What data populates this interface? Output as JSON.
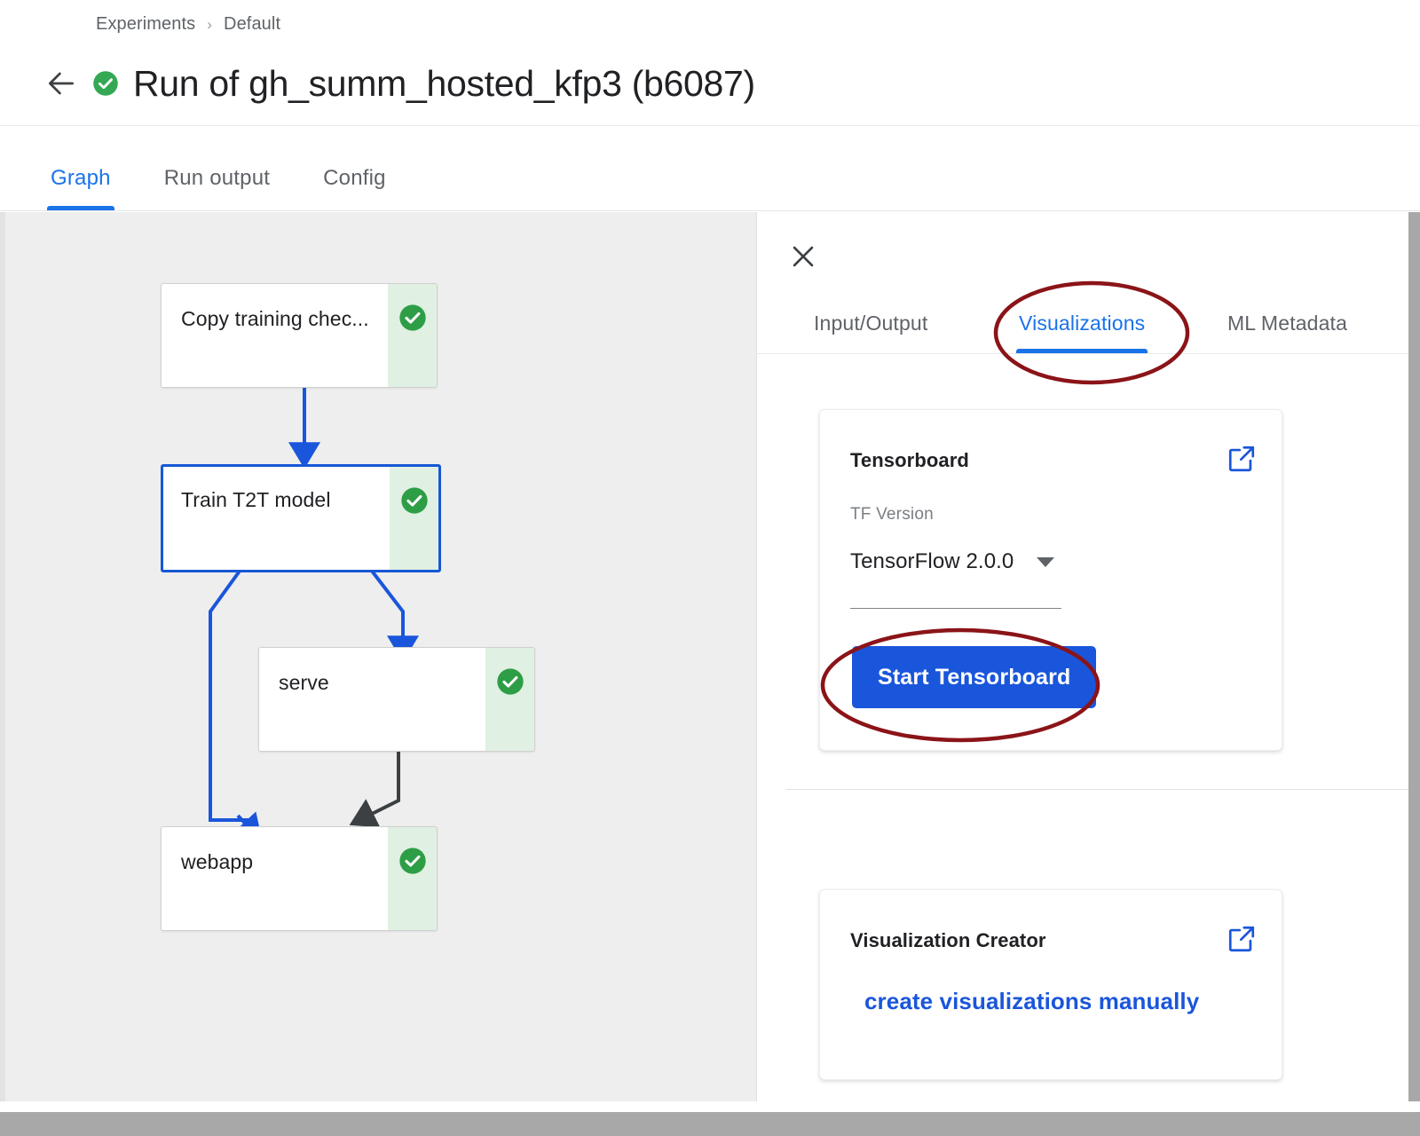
{
  "header": {
    "breadcrumb": [
      "Experiments",
      "Default"
    ],
    "breadcrumb_separator": "›",
    "back_icon": "arrow-left-icon",
    "status_icon": "check-circle-icon",
    "status_color": "#34a853",
    "title": "Run of gh_summ_hosted_kfp3 (b6087)"
  },
  "tabs": [
    {
      "label": "Graph",
      "active": true
    },
    {
      "label": "Run output",
      "active": false
    },
    {
      "label": "Config",
      "active": false
    }
  ],
  "graph": {
    "nodes": [
      {
        "label": "Copy training chec...",
        "status": "succeeded",
        "selected": false
      },
      {
        "label": "Train T2T model",
        "status": "succeeded",
        "selected": true
      },
      {
        "label": "serve",
        "status": "succeeded",
        "selected": false
      },
      {
        "label": "webapp",
        "status": "succeeded",
        "selected": false
      }
    ],
    "edge_color_active": "#1a56db",
    "edge_color_inactive": "#3c4043"
  },
  "side_panel": {
    "close_icon": "close-icon",
    "tabs": [
      {
        "label": "Input/Output",
        "active": false
      },
      {
        "label": "Visualizations",
        "active": true
      },
      {
        "label": "ML Metadata",
        "active": false
      }
    ],
    "tensorboard_card": {
      "title": "Tensorboard",
      "external_link_icon": "open-in-new-icon",
      "field_label": "TF Version",
      "selected_version": "TensorFlow 2.0.0",
      "dropdown_icon": "chevron-down-icon",
      "button_label": "Start Tensorboard",
      "button_color": "#1a56db"
    },
    "visualization_creator_card": {
      "title": "Visualization Creator",
      "external_link_icon": "open-in-new-icon",
      "link_label": "create visualizations manually"
    }
  },
  "annotations": {
    "color": "#8b1418",
    "items": [
      "visualizations-tab-highlight",
      "start-tensorboard-button-highlight"
    ]
  }
}
